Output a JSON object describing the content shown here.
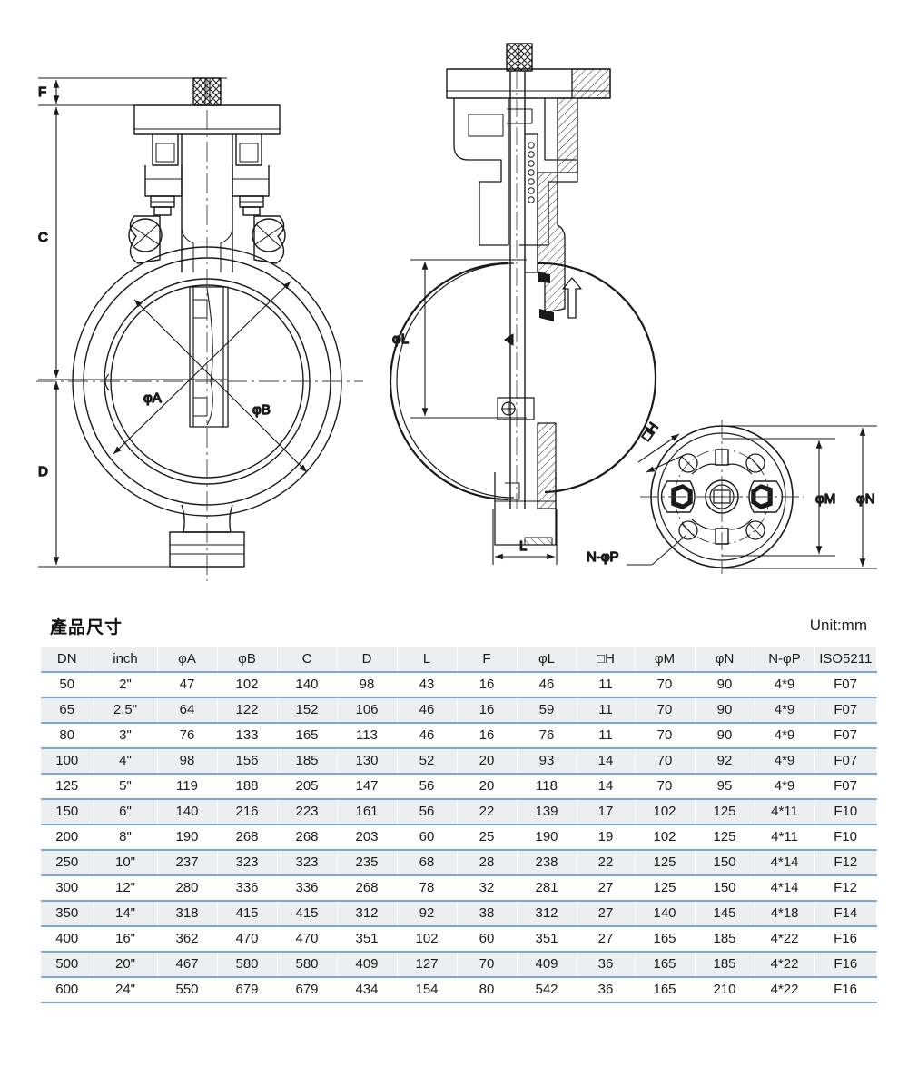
{
  "table": {
    "title": "產品尺寸",
    "unit_label": "Unit:mm",
    "columns": [
      "DN",
      "inch",
      "φA",
      "φB",
      "C",
      "D",
      "L",
      "F",
      "φL",
      "□H",
      "φM",
      "φN",
      "N-φP",
      "ISO5211"
    ],
    "rows": [
      {
        "dn": "50",
        "inch": "2\"",
        "phiA": "47",
        "phiB": "102",
        "c": "140",
        "d": "98",
        "l": "43",
        "f": "16",
        "phiL": "46",
        "h": "11",
        "phiM": "70",
        "phiN": "90",
        "np": "4*9",
        "iso": "F07"
      },
      {
        "dn": "65",
        "inch": "2.5\"",
        "phiA": "64",
        "phiB": "122",
        "c": "152",
        "d": "106",
        "l": "46",
        "f": "16",
        "phiL": "59",
        "h": "11",
        "phiM": "70",
        "phiN": "90",
        "np": "4*9",
        "iso": "F07"
      },
      {
        "dn": "80",
        "inch": "3\"",
        "phiA": "76",
        "phiB": "133",
        "c": "165",
        "d": "113",
        "l": "46",
        "f": "16",
        "phiL": "76",
        "h": "11",
        "phiM": "70",
        "phiN": "90",
        "np": "4*9",
        "iso": "F07"
      },
      {
        "dn": "100",
        "inch": "4\"",
        "phiA": "98",
        "phiB": "156",
        "c": "185",
        "d": "130",
        "l": "52",
        "f": "20",
        "phiL": "93",
        "h": "14",
        "phiM": "70",
        "phiN": "92",
        "np": "4*9",
        "iso": "F07"
      },
      {
        "dn": "125",
        "inch": "5\"",
        "phiA": "119",
        "phiB": "188",
        "c": "205",
        "d": "147",
        "l": "56",
        "f": "20",
        "phiL": "118",
        "h": "14",
        "phiM": "70",
        "phiN": "95",
        "np": "4*9",
        "iso": "F07"
      },
      {
        "dn": "150",
        "inch": "6\"",
        "phiA": "140",
        "phiB": "216",
        "c": "223",
        "d": "161",
        "l": "56",
        "f": "22",
        "phiL": "139",
        "h": "17",
        "phiM": "102",
        "phiN": "125",
        "np": "4*11",
        "iso": "F10"
      },
      {
        "dn": "200",
        "inch": "8\"",
        "phiA": "190",
        "phiB": "268",
        "c": "268",
        "d": "203",
        "l": "60",
        "f": "25",
        "phiL": "190",
        "h": "19",
        "phiM": "102",
        "phiN": "125",
        "np": "4*11",
        "iso": "F10"
      },
      {
        "dn": "250",
        "inch": "10\"",
        "phiA": "237",
        "phiB": "323",
        "c": "323",
        "d": "235",
        "l": "68",
        "f": "28",
        "phiL": "238",
        "h": "22",
        "phiM": "125",
        "phiN": "150",
        "np": "4*14",
        "iso": "F12"
      },
      {
        "dn": "300",
        "inch": "12\"",
        "phiA": "280",
        "phiB": "336",
        "c": "336",
        "d": "268",
        "l": "78",
        "f": "32",
        "phiL": "281",
        "h": "27",
        "phiM": "125",
        "phiN": "150",
        "np": "4*14",
        "iso": "F12"
      },
      {
        "dn": "350",
        "inch": "14\"",
        "phiA": "318",
        "phiB": "415",
        "c": "415",
        "d": "312",
        "l": "92",
        "f": "38",
        "phiL": "312",
        "h": "27",
        "phiM": "140",
        "phiN": "145",
        "np": "4*18",
        "iso": "F14"
      },
      {
        "dn": "400",
        "inch": "16\"",
        "phiA": "362",
        "phiB": "470",
        "c": "470",
        "d": "351",
        "l": "102",
        "f": "60",
        "phiL": "351",
        "h": "27",
        "phiM": "165",
        "phiN": "185",
        "np": "4*22",
        "iso": "F16"
      },
      {
        "dn": "500",
        "inch": "20\"",
        "phiA": "467",
        "phiB": "580",
        "c": "580",
        "d": "409",
        "l": "127",
        "f": "70",
        "phiL": "409",
        "h": "36",
        "phiM": "165",
        "phiN": "185",
        "np": "4*22",
        "iso": "F16"
      },
      {
        "dn": "600",
        "inch": "24\"",
        "phiA": "550",
        "phiB": "679",
        "c": "679",
        "d": "434",
        "l": "154",
        "f": "80",
        "phiL": "542",
        "h": "36",
        "phiM": "165",
        "phiN": "210",
        "np": "4*22",
        "iso": "F16"
      }
    ]
  },
  "drawing": {
    "front_view": {
      "label_f": "F",
      "label_c": "C",
      "label_d": "D",
      "label_phi_a": "φA",
      "label_phi_b": "φB"
    },
    "section_view": {
      "label_phi_l": "φL",
      "label_l": "L"
    },
    "top_flange_view": {
      "label_h": "□H",
      "label_phi_m": "φM",
      "label_phi_n": "φN",
      "label_n_phi_p": "N-φP"
    }
  },
  "colors": {
    "line": "#1a1a1a",
    "table_rule": "#7aa8d8",
    "row_alt": "#eceeef",
    "text": "#1b1b1b"
  }
}
